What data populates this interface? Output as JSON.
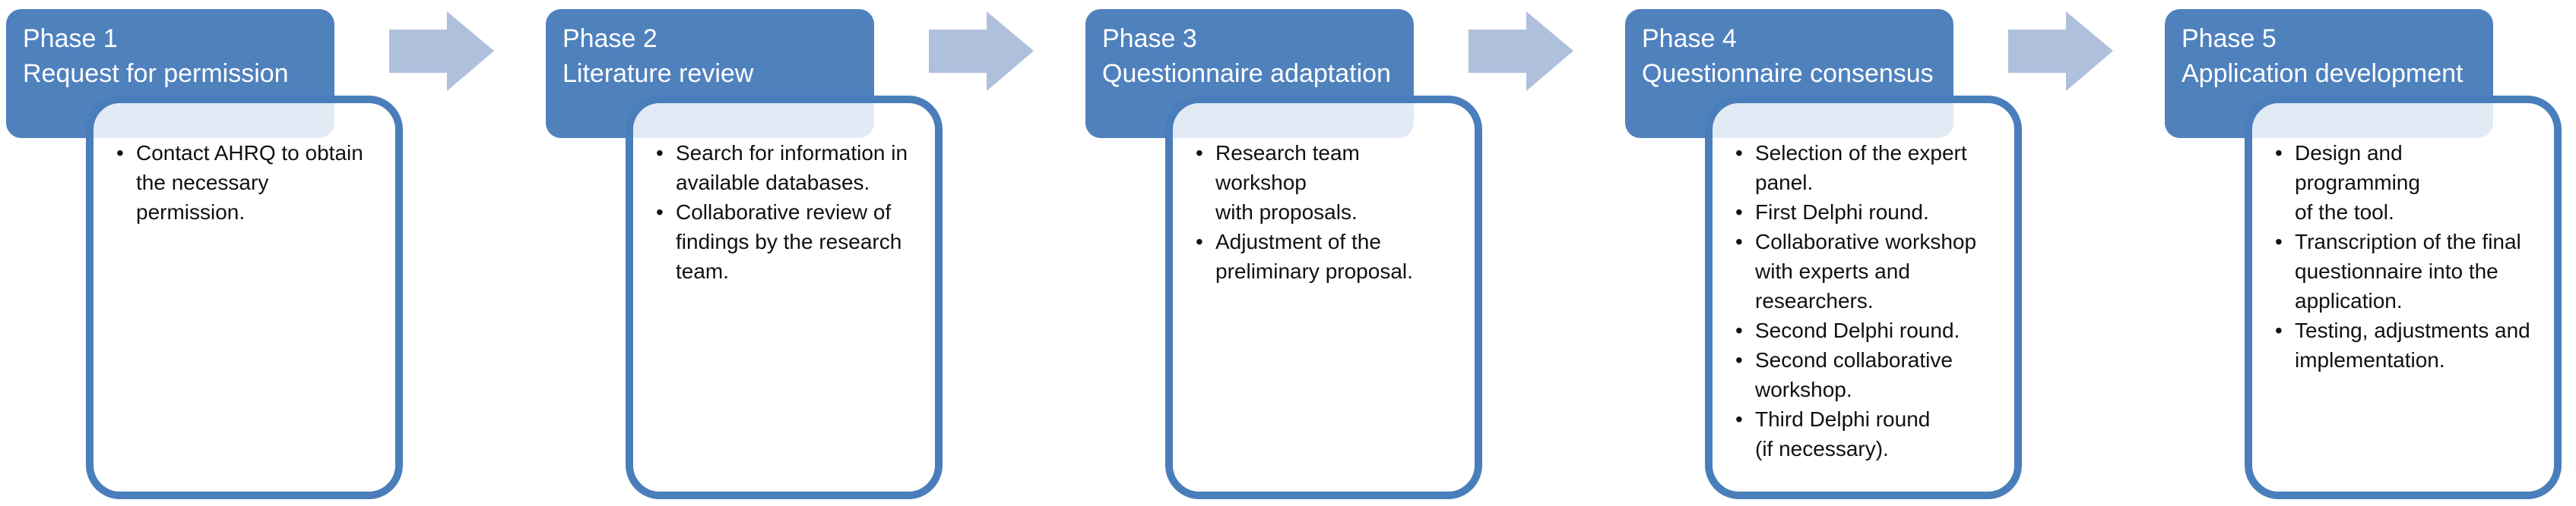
{
  "diagram": {
    "type": "process-flow",
    "colors": {
      "header_blue": "#4f81bd",
      "border_blue": "#4a7ebb",
      "arrow_blue": "#afc0dd",
      "body_text": "#111111",
      "header_text": "#ffffff"
    },
    "phases": [
      {
        "number": "Phase 1",
        "title": "Request for permission",
        "bullets": [
          "Contact AHRQ to obtain\nthe necessary permission."
        ]
      },
      {
        "number": "Phase 2",
        "title": "Literature review",
        "bullets": [
          "Search for information in\navailable databases.",
          "Collaborative review of\nfindings by the research\nteam."
        ]
      },
      {
        "number": "Phase 3",
        "title": "Questionnaire adaptation",
        "bullets": [
          "Research team workshop\nwith proposals.",
          "Adjustment of the\npreliminary proposal."
        ]
      },
      {
        "number": "Phase 4",
        "title": "Questionnaire consensus",
        "bullets": [
          "Selection of the expert\npanel.",
          "First Delphi round.",
          "Collaborative workshop\nwith experts and\nresearchers.",
          "Second Delphi round.",
          "Second collaborative\nworkshop.",
          "Third Delphi round\n(if necessary)."
        ]
      },
      {
        "number": "Phase 5",
        "title": "Application development",
        "bullets": [
          "Design and programming\nof the tool.",
          "Transcription of the final\nquestionnaire into the\napplication.",
          "Testing, adjustments and\nimplementation."
        ]
      }
    ]
  }
}
